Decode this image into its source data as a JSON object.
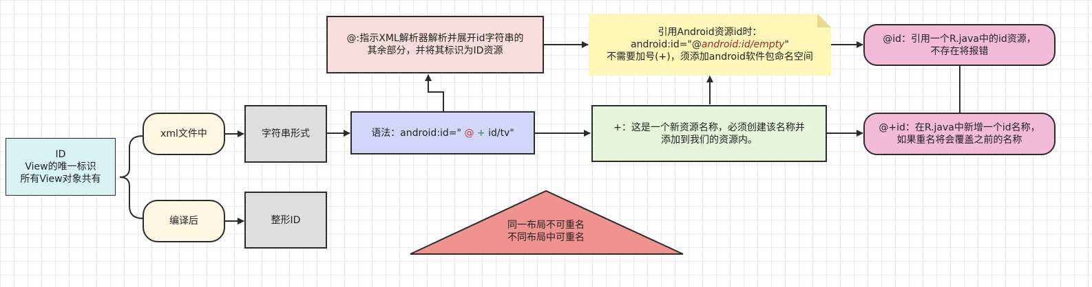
{
  "colors": {
    "edge": "#2b2b2b",
    "id_fill": "#d9f3f4",
    "pill_fill": "#fff7e2",
    "gray_fill": "#dedede",
    "purple_fill": "#d2d6fa",
    "pink_fill": "#f9dcdc",
    "green_fill": "#e5f6da",
    "note_fill": "#fff6b8",
    "magenta_fill": "#f3bad9",
    "triangle_fill": "#f0928f",
    "at_color": "#c0392b",
    "plus_color": "#2e8b2e"
  },
  "nodes": {
    "id_box": {
      "lines": [
        "ID",
        "View的唯一标识",
        "所有View对象共有"
      ]
    },
    "xml_file": {
      "text": "xml文件中"
    },
    "compiled": {
      "text": "编译后"
    },
    "string_form": {
      "text": "字符串形式"
    },
    "int_id": {
      "text": "整形ID"
    },
    "syntax": {
      "prefix": "语法：android:id=\"",
      "at": "@",
      "plus": "+",
      "suffix": "id/tv\""
    },
    "at_desc": {
      "lines": [
        "@:指示XML解析器解析并展开id字符串的",
        "其余部分，并将其标识为ID资源"
      ]
    },
    "plus_desc": {
      "lines": [
        "+：这是一个新资源名称，必须创建该名称并",
        "添加到我们的资源内。"
      ]
    },
    "note": {
      "line1": "引用Android资源id时：",
      "line2_prefix": "android:id=\"@",
      "line2_ref": "android:id/empty",
      "line2_suffix": "\"",
      "line3": "不需要加号(+)，须添加android软件包命名空间"
    },
    "at_id": {
      "lines": [
        "@id：引用一个R.java中的id资源，",
        "不存在将报错"
      ]
    },
    "plus_id": {
      "lines": [
        "@+id：在R.java中新增一个id名称，",
        "如果重名将会覆盖之前的名称"
      ]
    },
    "triangle": {
      "lines": [
        "同一布局不可重名",
        "不同布局中可重名"
      ]
    }
  }
}
